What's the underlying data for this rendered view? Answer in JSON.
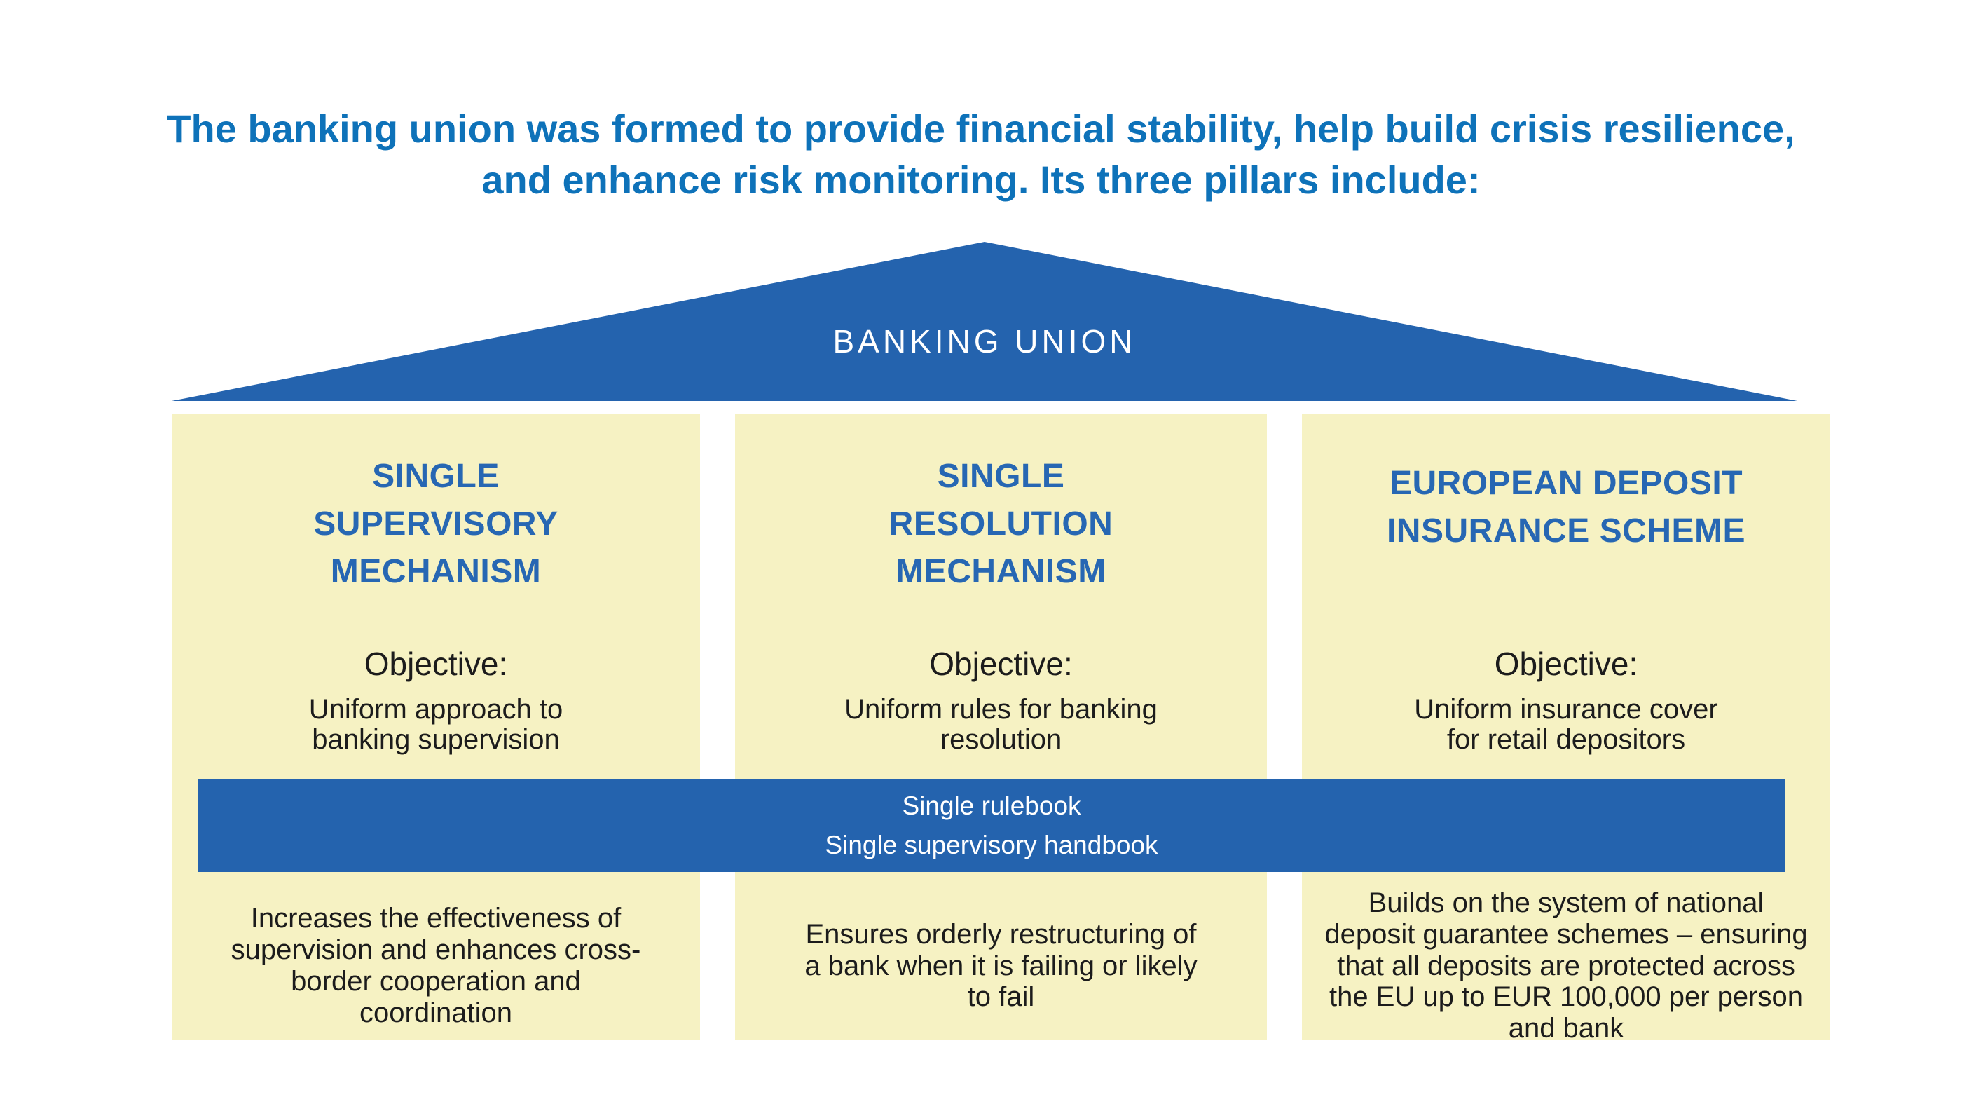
{
  "title": "The banking union was formed to provide financial stability, help build crisis resilience,\nand enhance risk monitoring. Its three pillars include:",
  "roof": {
    "label": "BANKING UNION"
  },
  "bar": {
    "line1": "Single rulebook",
    "line2": "Single supervisory handbook"
  },
  "pillars": [
    {
      "title": "SINGLE\nSUPERVISORY\nMECHANISM",
      "objective_label": "Objective:",
      "objective": "Uniform approach to\nbanking supervision",
      "description": "Increases the effectiveness of\nsupervision and enhances cross-\nborder cooperation and\ncoordination"
    },
    {
      "title": "SINGLE\nRESOLUTION\nMECHANISM",
      "objective_label": "Objective:",
      "objective": "Uniform rules for banking\nresolution",
      "description": "Ensures orderly restructuring of\na bank when it is failing or likely\nto fail"
    },
    {
      "title": "EUROPEAN DEPOSIT\nINSURANCE SCHEME",
      "objective_label": "Objective:",
      "objective": "Uniform insurance cover\nfor retail depositors",
      "description": "Builds on the system of national\ndeposit guarantee schemes – ensuring\nthat all deposits are protected across\nthe EU up to EUR 100,000 per person\nand bank"
    }
  ],
  "colors": {
    "heading_blue": "#0E72B9",
    "structure_blue": "#2463AE",
    "pillar_title_blue": "#2767B3",
    "pillar_yellow": "#F6F2C3",
    "text_dark": "#1C1C1C",
    "roof_label_white": "#FFFFFF"
  }
}
